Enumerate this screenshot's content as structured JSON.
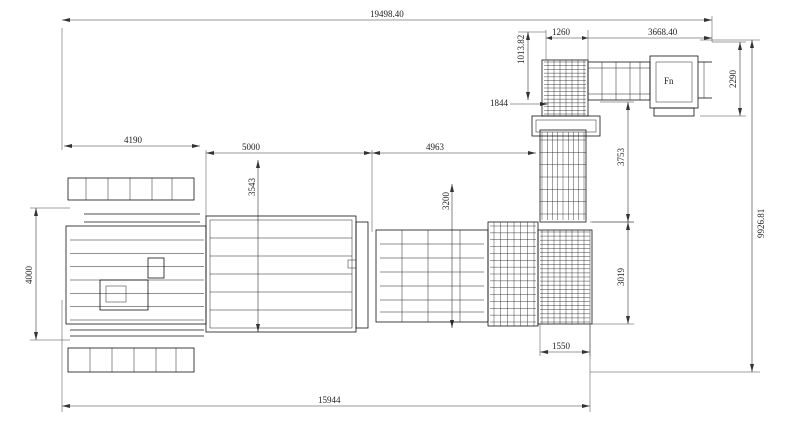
{
  "dimensions": {
    "overall_width": "19498.40",
    "overall_height": "9926.81",
    "bottom_width": "15944",
    "left_width": "4190",
    "left_height": "4000",
    "mid_width": "5000",
    "mid_height": "3543",
    "center_width": "4963",
    "center_height": "3200",
    "top_small_height": "1013.82",
    "top_width_1260": "1260",
    "top_width_3668": "3668.40",
    "top_height_2290": "2290",
    "label_1844": "1844",
    "right_height_3753": "3753",
    "right_height_3019": "3019",
    "bottom_right_width": "1550"
  },
  "labels": {
    "top_machine_text": "Fn"
  }
}
